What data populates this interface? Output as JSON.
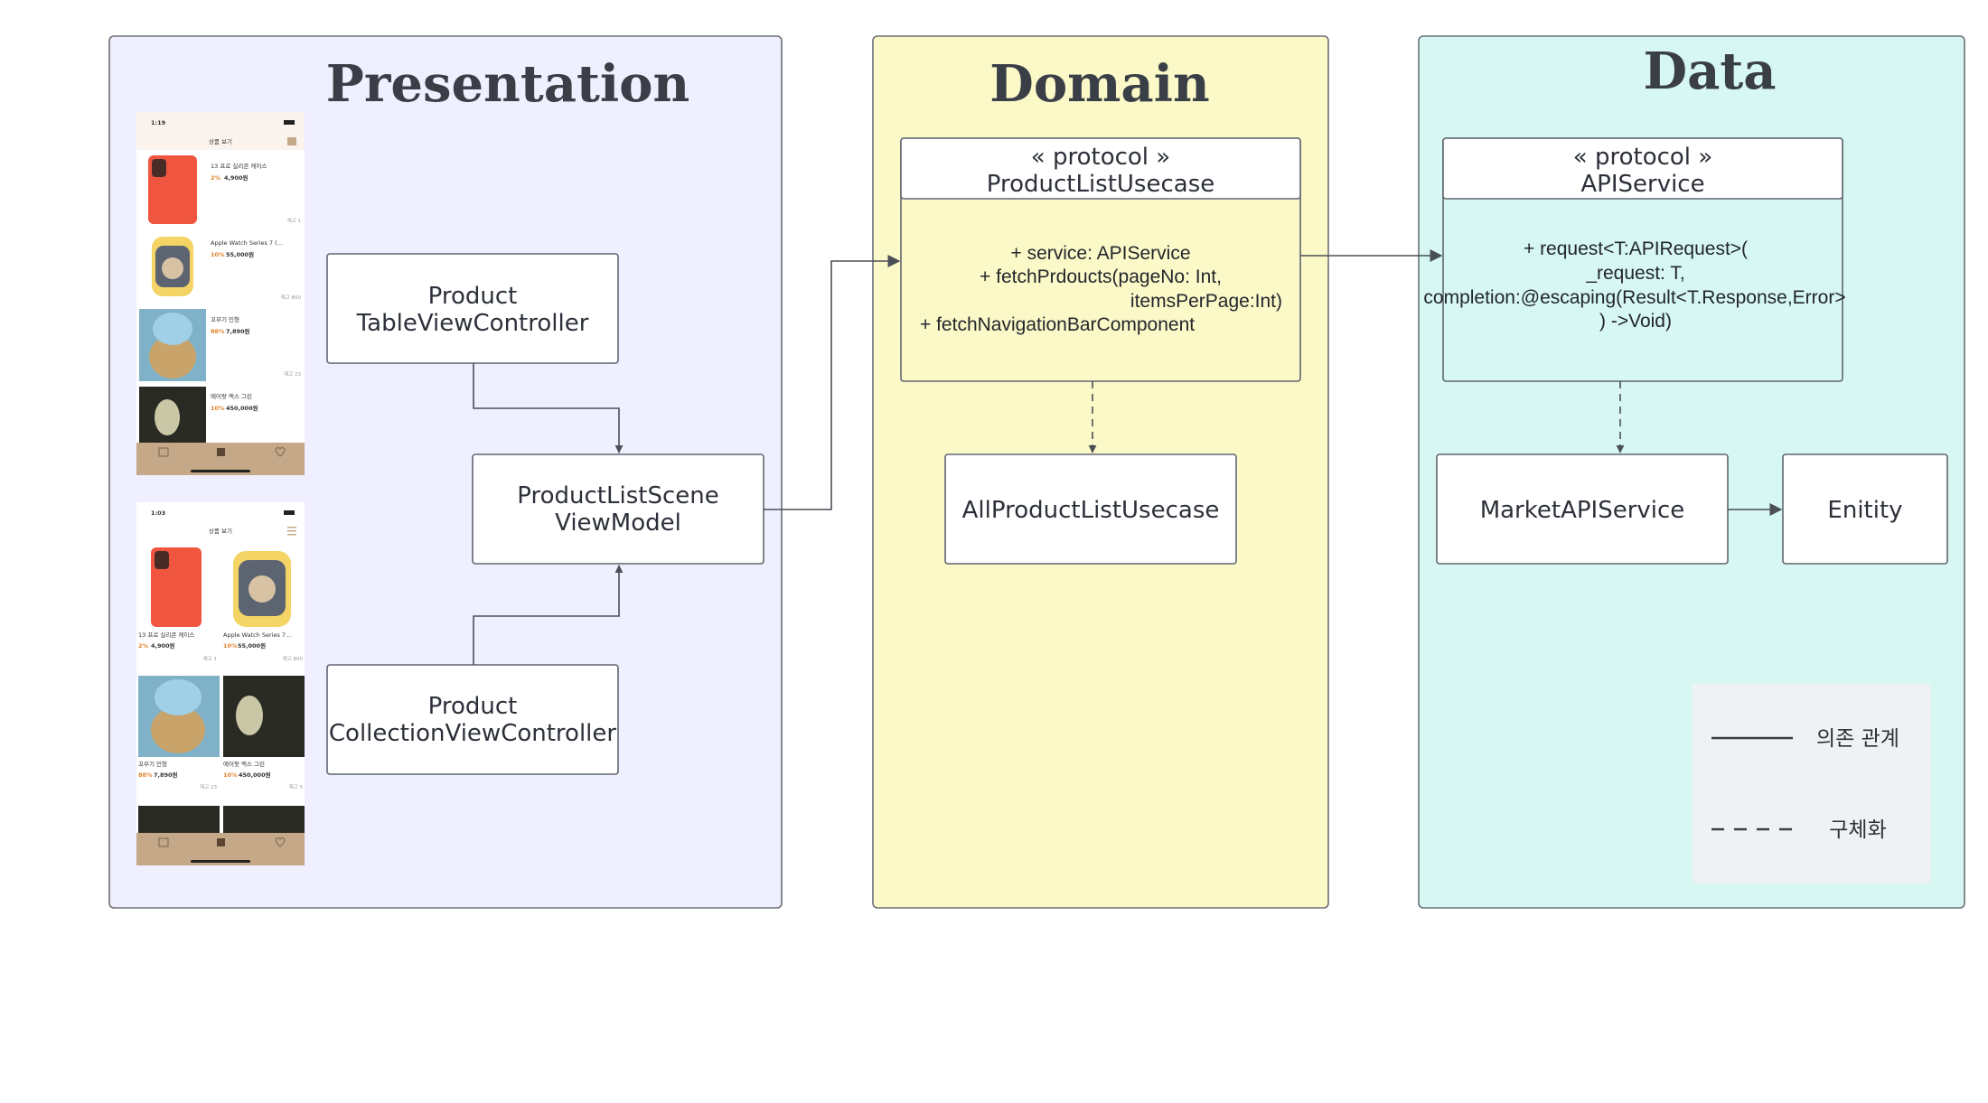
{
  "colors": {
    "presentation_bg": "#f0efff",
    "domain_bg": "#fcf9c8",
    "data_bg": "#d6f7f2",
    "legend_bg": "#f0f1f3",
    "price_orange": "#e0822a",
    "tabbar": "#c4a887"
  },
  "panels": {
    "presentation": {
      "title": "Presentation"
    },
    "domain": {
      "title": "Domain"
    },
    "data": {
      "title": "Data"
    }
  },
  "boxes": {
    "product_table_vc": {
      "line1": "Product",
      "line2": "TableViewController"
    },
    "scene_view_model": {
      "line1": "ProductListScene",
      "line2": "ViewModel"
    },
    "product_collection_vc": {
      "line1": "Product",
      "line2": "CollectionViewController"
    },
    "product_list_usecase": {
      "stereotype": "« protocol »",
      "name": "ProductListUsecase",
      "members": [
        "+ service: APIService",
        "+ fetchPrdoucts(pageNo: Int,",
        "itemsPerPage:Int)",
        "+ fetchNavigationBarComponent"
      ]
    },
    "all_product_list_usecase": {
      "label": "AllProductListUsecase"
    },
    "api_service": {
      "stereotype": "« protocol »",
      "name": "APIService",
      "members": [
        "+ request<T:APIRequest>(",
        "_request: T,",
        "completion:@escaping(Result<T.Response,Error>",
        ") ->Void)"
      ]
    },
    "market_api_service": {
      "label": "MarketAPIService"
    },
    "entity": {
      "label": "Enitity"
    }
  },
  "legend": {
    "dependency": "의존 관계",
    "realization": "구체화"
  },
  "phones": {
    "list": {
      "time": "1:19",
      "nav_title": "상품 보기",
      "items": [
        {
          "name": "13 프로 실리콘 케이스",
          "discount": "2%",
          "price": "4,900원",
          "stock": "재고 1"
        },
        {
          "name": "Apple Watch Series 7 (…",
          "discount": "10%",
          "price": "55,000원",
          "stock": "재고 800"
        },
        {
          "name": "꼬부기 인형",
          "discount": "88%",
          "price": "7,890원",
          "stock": "재고 23"
        },
        {
          "name": "에어팟 맥스 그린",
          "discount": "10%",
          "price": "450,000원",
          "stock": ""
        }
      ]
    },
    "grid": {
      "time": "1:03",
      "nav_title": "상품 보기",
      "items": [
        {
          "name": "13 프로 실리콘 케이스",
          "discount": "2%",
          "price": "4,900원",
          "stock": "재고 1"
        },
        {
          "name": "Apple Watch Series 7...",
          "discount": "10%",
          "price": "55,000원",
          "stock": "재고 800"
        },
        {
          "name": "꼬부기 인형",
          "discount": "88%",
          "price": "7,890원",
          "stock": "재고 23"
        },
        {
          "name": "에어팟 맥스 그린",
          "discount": "10%",
          "price": "450,000원",
          "stock": "재고 5"
        }
      ]
    }
  }
}
